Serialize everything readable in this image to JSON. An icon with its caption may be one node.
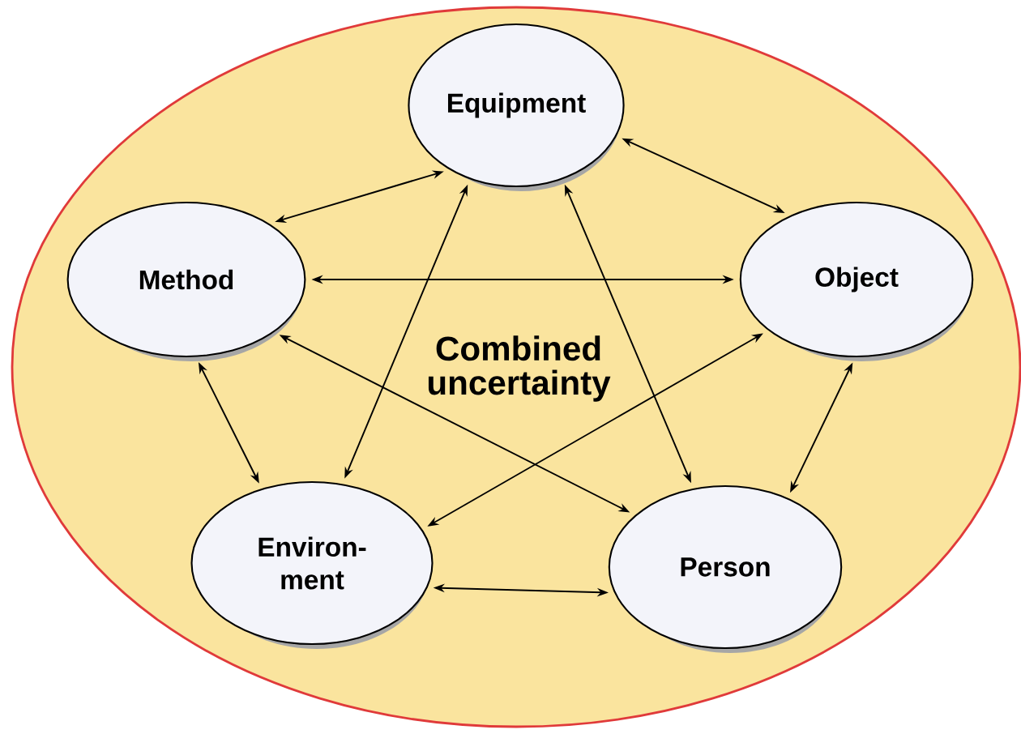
{
  "diagram": {
    "nodes": [
      {
        "text": [
          "Combined uncertainty"
        ]
      },
      {
        "text": [
          "Equipment"
        ],
        "in": 0
      },
      {
        "text": [
          "Method"
        ],
        "in": 0
      },
      {
        "text": [
          "Object"
        ],
        "in": 0
      },
      {
        "text": [
          "Environ- ment"
        ],
        "in": 0
      },
      {
        "text": [
          "Person"
        ],
        "in": 0
      }
    ],
    "edges": [
      {
        "from": 1,
        "to": 2,
        "arrow": "both"
      },
      {
        "from": 1,
        "to": 3,
        "arrow": "both"
      },
      {
        "from": 1,
        "to": 4,
        "arrow": "both"
      },
      {
        "from": 1,
        "to": 5,
        "arrow": "both"
      },
      {
        "from": 2,
        "to": 3,
        "arrow": "both"
      },
      {
        "from": 2,
        "to": 4,
        "arrow": "both"
      },
      {
        "from": 2,
        "to": 5,
        "arrow": "both"
      },
      {
        "from": 3,
        "to": 4,
        "arrow": "both"
      },
      {
        "from": 3,
        "to": 5,
        "arrow": "both"
      },
      {
        "from": 4,
        "to": 5,
        "arrow": "both"
      }
    ]
  }
}
